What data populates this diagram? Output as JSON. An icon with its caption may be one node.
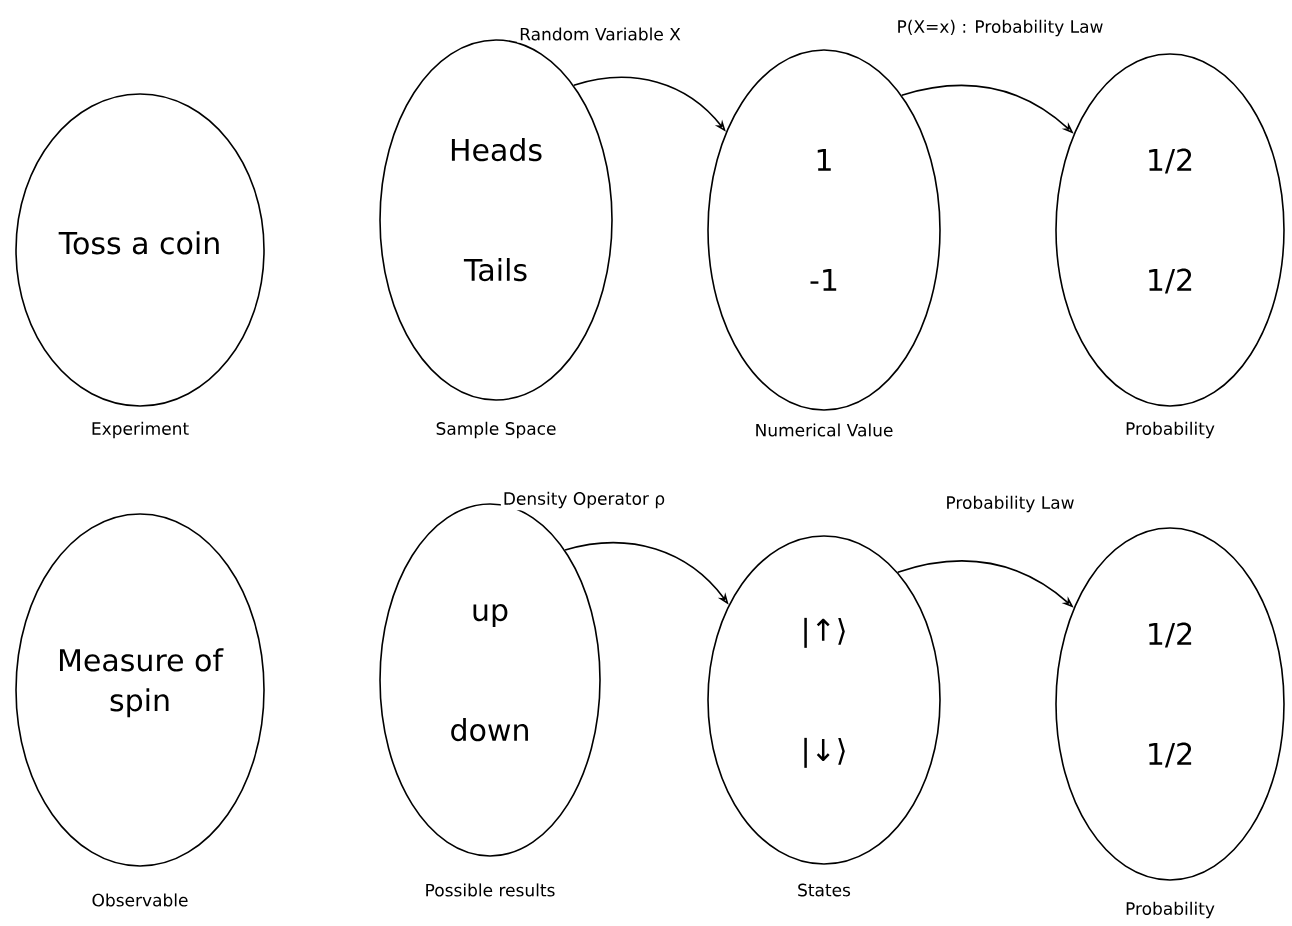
{
  "diagram": {
    "nodes": [
      {
        "text": [
          "Toss a coin"
        ],
        "beside": [
          "Experiment"
        ]
      },
      {
        "text": [
          "Heads",
          "Tails"
        ],
        "beside": [
          "Sample Space"
        ]
      },
      {
        "text": [
          "1",
          "-1"
        ],
        "beside": [
          "Numerical Value"
        ]
      },
      {
        "text": [
          "1/2",
          "1/2"
        ],
        "beside": [
          "Probability"
        ]
      },
      {
        "text": [
          "Measure of spin"
        ],
        "beside": [
          "Observable"
        ]
      },
      {
        "text": [
          "up",
          "down"
        ],
        "beside": [
          "Possible results"
        ]
      },
      {
        "text": [
          "|↑⟩",
          "|↓⟩"
        ],
        "beside": [
          "States"
        ]
      },
      {
        "text": [
          "1/2",
          "1/2"
        ],
        "beside": [
          "Probability"
        ]
      }
    ],
    "edges": [
      {
        "from": 1,
        "to": 2,
        "arrow": "to",
        "label": "Random Variable X"
      },
      {
        "from": 2,
        "to": 3,
        "arrow": "to",
        "label": "P(X=x) : Probability Law"
      },
      {
        "from": 5,
        "to": 6,
        "arrow": "to",
        "label": "Density Operator ρ"
      },
      {
        "from": 6,
        "to": 7,
        "arrow": "to",
        "label": "Probability Law"
      }
    ]
  }
}
